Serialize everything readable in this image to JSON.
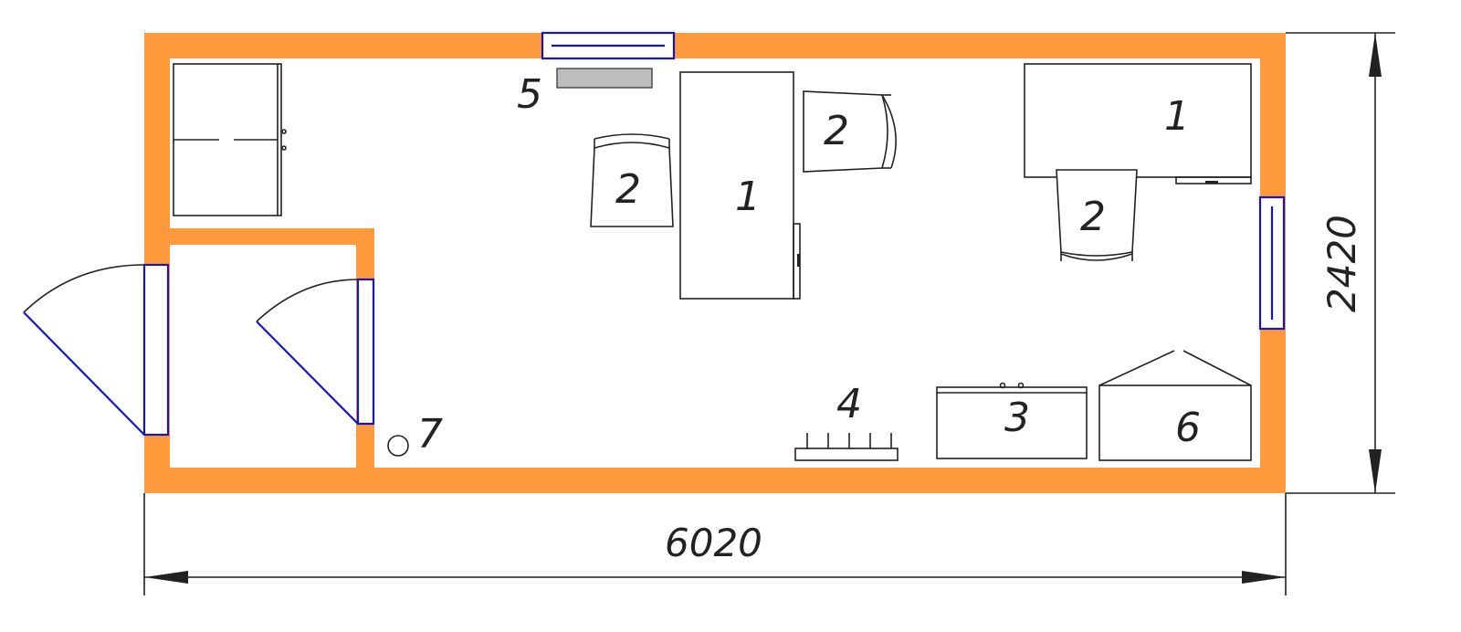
{
  "plan": {
    "dimensions": {
      "width_label": "6020",
      "height_label": "2420"
    },
    "labels": {
      "desk": "1",
      "chair": "2",
      "fridge": "3",
      "heater": "4",
      "ac_unit": "5",
      "cabinet": "6",
      "pipe": "7"
    },
    "colors": {
      "wall": "#ff9a3c",
      "window": "#1414cc",
      "line": "#222222"
    }
  }
}
